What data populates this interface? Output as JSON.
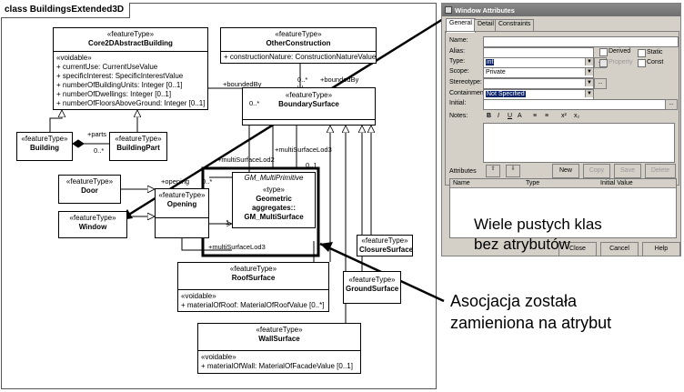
{
  "diagram": {
    "title": "class BuildingsExtended3D",
    "classes": {
      "core": {
        "stereotype": "«featureType»",
        "name": "Core2DAbstractBuilding",
        "section": "«voidable»",
        "attrs": [
          "+ currentUse: CurrentUseValue",
          "+ specificInterest: SpecificInterestValue",
          "+ numberOfBuildingUnits: Integer [0..1]",
          "+ numberOfDwellings: Integer [0..1]",
          "+ numberOfFloorsAboveGround: Integer [0..1]"
        ]
      },
      "other": {
        "stereotype": "«featureType»",
        "name": "OtherConstruction",
        "attr": "+ constructionNature: ConstructionNatureValue"
      },
      "boundary": {
        "stereotype": "«featureType»",
        "name": "BoundarySurface"
      },
      "building": {
        "stereotype": "«featureType»",
        "name": "Building"
      },
      "part": {
        "stereotype": "«featureType»",
        "name": "BuildingPart"
      },
      "door": {
        "stereotype": "«featureType»",
        "name": "Door"
      },
      "window": {
        "stereotype": "«featureType»",
        "name": "Window"
      },
      "opening": {
        "stereotype": "«featureType»",
        "name": "Opening"
      },
      "gm": {
        "header": "GM_MultiPrimitive",
        "stereotype": "«type»",
        "name1": "Geometric aggregates::",
        "name2": "GM_MultiSurface"
      },
      "closure": {
        "stereotype": "«featureType»",
        "name": "ClosureSurface"
      },
      "ground": {
        "stereotype": "«featureType»",
        "name": "GroundSurface"
      },
      "roof": {
        "stereotype": "«featureType»",
        "name": "RoofSurface",
        "section": "«voidable»",
        "attr": "+ materialOfRoof: MaterialOfRoofValue [0..*]"
      },
      "wall": {
        "stereotype": "«featureType»",
        "name": "WallSurface",
        "section": "«voidable»",
        "attr": "+ materialOfWall: MaterialOfFacadeValue [0..1]"
      }
    },
    "labels": {
      "parts": "+parts",
      "parts_mult": "0..*",
      "bounded_by_1": "+boundedBy",
      "bounded_by_2": "+boundedBy",
      "mult_a": "0..*",
      "mult_b": "0..*",
      "lod3": "+multiSurfaceLod3",
      "lod2": "+multiSurfaceLod2",
      "opening": "+opening",
      "mult_c": "0..*",
      "mult_d": "0..1",
      "one": "1",
      "lod3b": "+multiSurfaceLod3"
    }
  },
  "dialog": {
    "title": "Window Attributes",
    "tabs": [
      "General",
      "Detail",
      "Constraints"
    ],
    "fields": {
      "name": "Name:",
      "alias": "Alias:",
      "type": "Type:",
      "type_value": "int",
      "scope": "Scope:",
      "scope_value": "Private",
      "stereotype": "Stereotype:",
      "containment": "Containment:",
      "containment_value": "Not Specified",
      "initial": "Initial:",
      "notes": "Notes:"
    },
    "checks": {
      "derived": "Derived",
      "static": "Static",
      "property": "Property",
      "const": "Const"
    },
    "toolbar": [
      "B",
      "I",
      "U",
      "A",
      "≡",
      "≡",
      "x²",
      "x₂"
    ],
    "attributes_label": "Attributes",
    "buttons": {
      "new": "New",
      "copy": "Copy",
      "save": "Save",
      "delete": "Delete",
      "close": "Close",
      "cancel": "Cancel",
      "help": "Help"
    },
    "columns": [
      "Name",
      "Type",
      "Initial Value"
    ],
    "ellipsis": "..."
  },
  "callouts": {
    "empty_line1": "Wiele pustych klas",
    "empty_line2": "bez atrybutów",
    "assoc_line1": "Asocjacja została",
    "assoc_line2": "zamieniona na atrybut"
  }
}
